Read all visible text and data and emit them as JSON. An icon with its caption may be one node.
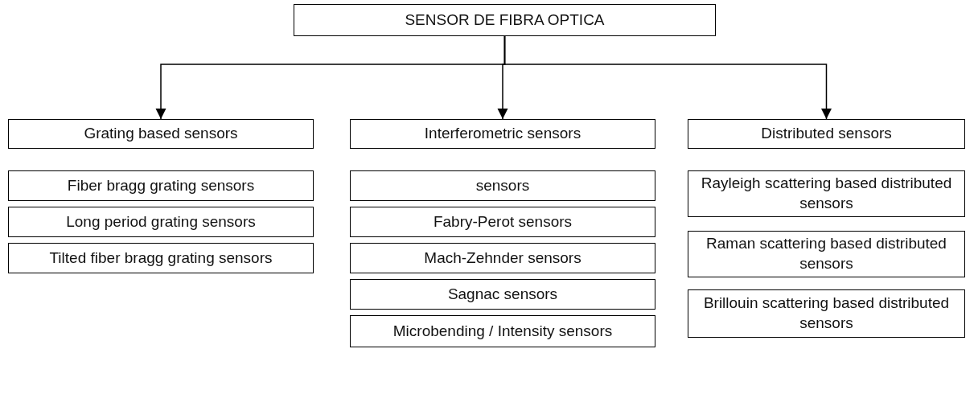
{
  "diagram": {
    "nodes": [
      {
        "text": [
          "SENSOR DE FIBRA OPTICA"
        ]
      },
      {
        "text": [
          "Grating based sensors"
        ]
      },
      {
        "text": [
          "Fiber bragg grating sensors"
        ]
      },
      {
        "text": [
          "Long period grating sensors"
        ]
      },
      {
        "text": [
          "Tilted fiber bragg grating sensors"
        ]
      },
      {
        "text": [
          "Interferometric sensors"
        ]
      },
      {
        "text": [
          "sensors"
        ]
      },
      {
        "text": [
          "Fabry-Perot sensors"
        ]
      },
      {
        "text": [
          "Mach-Zehnder sensors"
        ]
      },
      {
        "text": [
          "Sagnac sensors"
        ]
      },
      {
        "text": [
          "Microbending / Intensity sensors"
        ]
      },
      {
        "text": [
          "Distributed sensors"
        ]
      },
      {
        "text": [
          "Rayleigh scattering based distributed sensors"
        ]
      },
      {
        "text": [
          "Raman scattering based distributed sensors"
        ]
      },
      {
        "text": [
          "Brillouin scattering based distributed sensors"
        ]
      }
    ],
    "edges": [
      {
        "from": 0,
        "to": 1,
        "arrow": "to"
      },
      {
        "from": 0,
        "to": 5,
        "arrow": "to"
      },
      {
        "from": 0,
        "to": 11,
        "arrow": "to"
      }
    ]
  }
}
